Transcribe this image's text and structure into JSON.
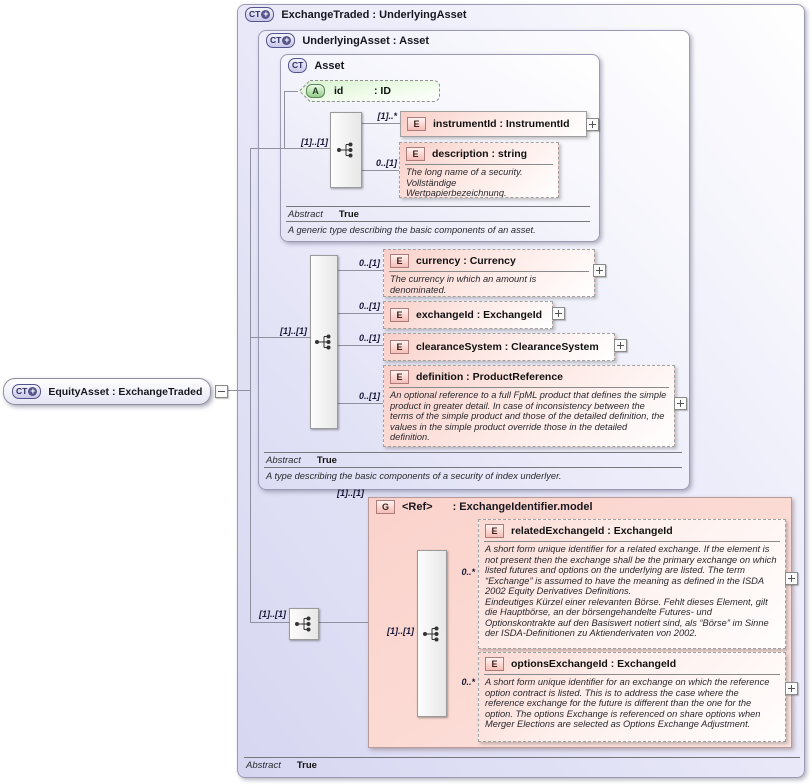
{
  "icons": {
    "ct": "CT",
    "e": "E",
    "a": "A",
    "g": "G",
    "plus": "+"
  },
  "colors": {
    "lavender": "#d8d8f2",
    "pink": "#fbd4ce",
    "green": "#cdeac6"
  },
  "root": {
    "label": "EquityAsset : ExchangeTraded"
  },
  "exchange_traded": {
    "title": "ExchangeTraded : UnderlyingAsset",
    "seq_card": "[1]..[1]",
    "abstract_label": "Abstract",
    "abstract_value": "True"
  },
  "underlying_asset": {
    "title": "UnderlyingAsset : Asset",
    "seq_card": "[1]..[1]",
    "abstract_label": "Abstract",
    "abstract_value": "True",
    "annotation": "A type describing the basic components of a security of index underlyer."
  },
  "asset": {
    "title": "Asset",
    "seq_card": "[1]..[1]",
    "abstract_label": "Abstract",
    "abstract_value": "True",
    "annotation": "A generic type describing the basic components of an asset.",
    "attribute": {
      "name": "id",
      "type": ": ID"
    }
  },
  "elements": {
    "instrument_id": {
      "card": "[1]..*",
      "label": "instrumentId : InstrumentId"
    },
    "description": {
      "card": "0..[1]",
      "label": "description : string",
      "annotation": "The long name of a security.\nVollständige Wertpapierbezeichnung."
    },
    "currency": {
      "card": "0..[1]",
      "label": "currency : Currency",
      "annotation": "The currency in which an amount is denominated."
    },
    "exchange_id": {
      "card": "0..[1]",
      "label": "exchangeId : ExchangeId"
    },
    "clearance_system": {
      "card": "0..[1]",
      "label": "clearanceSystem : ClearanceSystem"
    },
    "definition": {
      "card": "0..[1]",
      "label": "definition : ProductReference",
      "annotation": "An optional reference to a full FpML product that defines the simple product in greater detail. In case of inconsistency between the terms of the simple product and those of the detailed definition, the values in the simple product override those in the detailed definition."
    },
    "related_exchange_id": {
      "card": "0..*",
      "label": "relatedExchangeId : ExchangeId",
      "annotation": "A short form unique identifier for a related exchange. If the element is not present then the exchange shall be the primary exchange on which listed futures and options on the underlying are listed. The term “Exchange” is assumed to have the meaning as defined in the ISDA 2002 Equity Derivatives Definitions.\nEindeutiges Kürzel einer relevanten Börse. Fehlt dieses Element, gilt die Hauptbörse, an der börsengehandelte Futures- und Optionskontrakte auf den Basiswert notiert sind, als “Börse” im Sinne der ISDA-Definitionen zu Aktienderivaten von 2002."
    },
    "options_exchange_id": {
      "card": "0..*",
      "label": "optionsExchangeId : ExchangeId",
      "annotation": "A short form unique identifier for an exchange on which the reference option contract is listed. This is to address the case where the reference exchange for the future is different than the one for the option. The options Exchange is referenced on share options when Merger Elections are selected as Options Exchange Adjustment."
    }
  },
  "group": {
    "ref_card": "[1]..[1]",
    "name": "<Ref>",
    "type": ": ExchangeIdentifier.model",
    "seq_card": "[1]..[1]"
  }
}
